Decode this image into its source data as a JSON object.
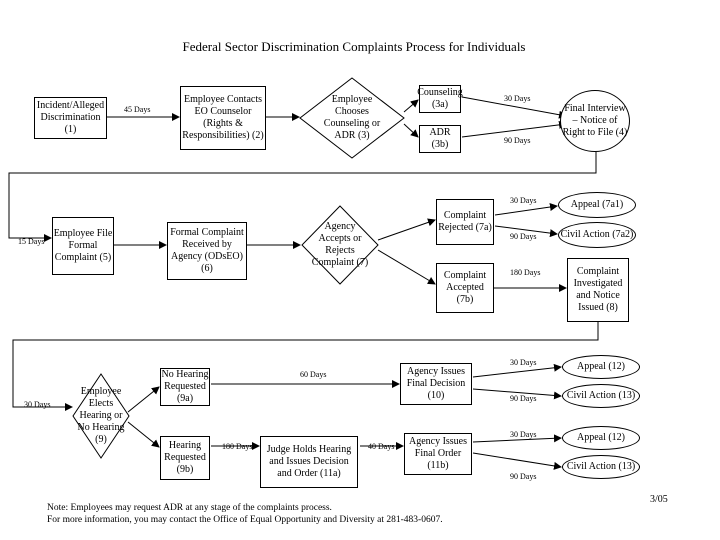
{
  "title": "Federal Sector Discrimination Complaints Process for Individuals",
  "nodes": {
    "n1": "Incident/Alleged Discrimination (1)",
    "n2": "Employee Contacts EO Counselor (Rights & Responsibilities) (2)",
    "n3": "Employee Chooses Counseling or ADR (3)",
    "n3a": "Counseling (3a)",
    "n3b": "ADR (3b)",
    "n4": "Final Interview – Notice of Right to File (4)",
    "n5": "Employee File Formal Complaint (5)",
    "n6": "Formal Complaint Received by Agency (ODsEO) (6)",
    "n7": "Agency Accepts or Rejects Complaint (7)",
    "n7a": "Complaint Rejected (7a)",
    "n7b": "Complaint Accepted (7b)",
    "n7a1": "Appeal (7a1)",
    "n7a2": "Civil Action (7a2)",
    "n8": "Complaint Investigated and Notice Issued (8)",
    "n9": "Employee Elects Hearing or No Hearing (9)",
    "n9a": "No Hearing Requested (9a)",
    "n9b": "Hearing Requested (9b)",
    "n10": "Agency Issues Final Decision (10)",
    "n11a": "Judge Holds Hearing and Issues Decision and Order (11a)",
    "n11b": "Agency Issues Final Order (11b)",
    "n12a": "Appeal (12)",
    "n13a": "Civil Action (13)",
    "n12b": "Appeal (12)",
    "n13b": "Civil Action (13)"
  },
  "labels": {
    "l45": "45 Days",
    "l30a": "30 Days",
    "l90a": "90 Days",
    "l15": "15 Days",
    "l30b": "30 Days",
    "l90b": "90 Days",
    "l180a": "180 Days",
    "l30c": "30 Days",
    "l60": "60 Days",
    "l30d": "30 Days",
    "l90c": "90 Days",
    "l180b": "180 Days",
    "l40": "40 Days",
    "l30e": "30 Days",
    "l90d": "90 Days"
  },
  "note": {
    "line1": "Note: Employees may request ADR at any stage of the complaints process.",
    "line2": "For more information, you may contact the Office of Equal Opportunity and Diversity at 281-483-0607."
  },
  "date": "3/05"
}
